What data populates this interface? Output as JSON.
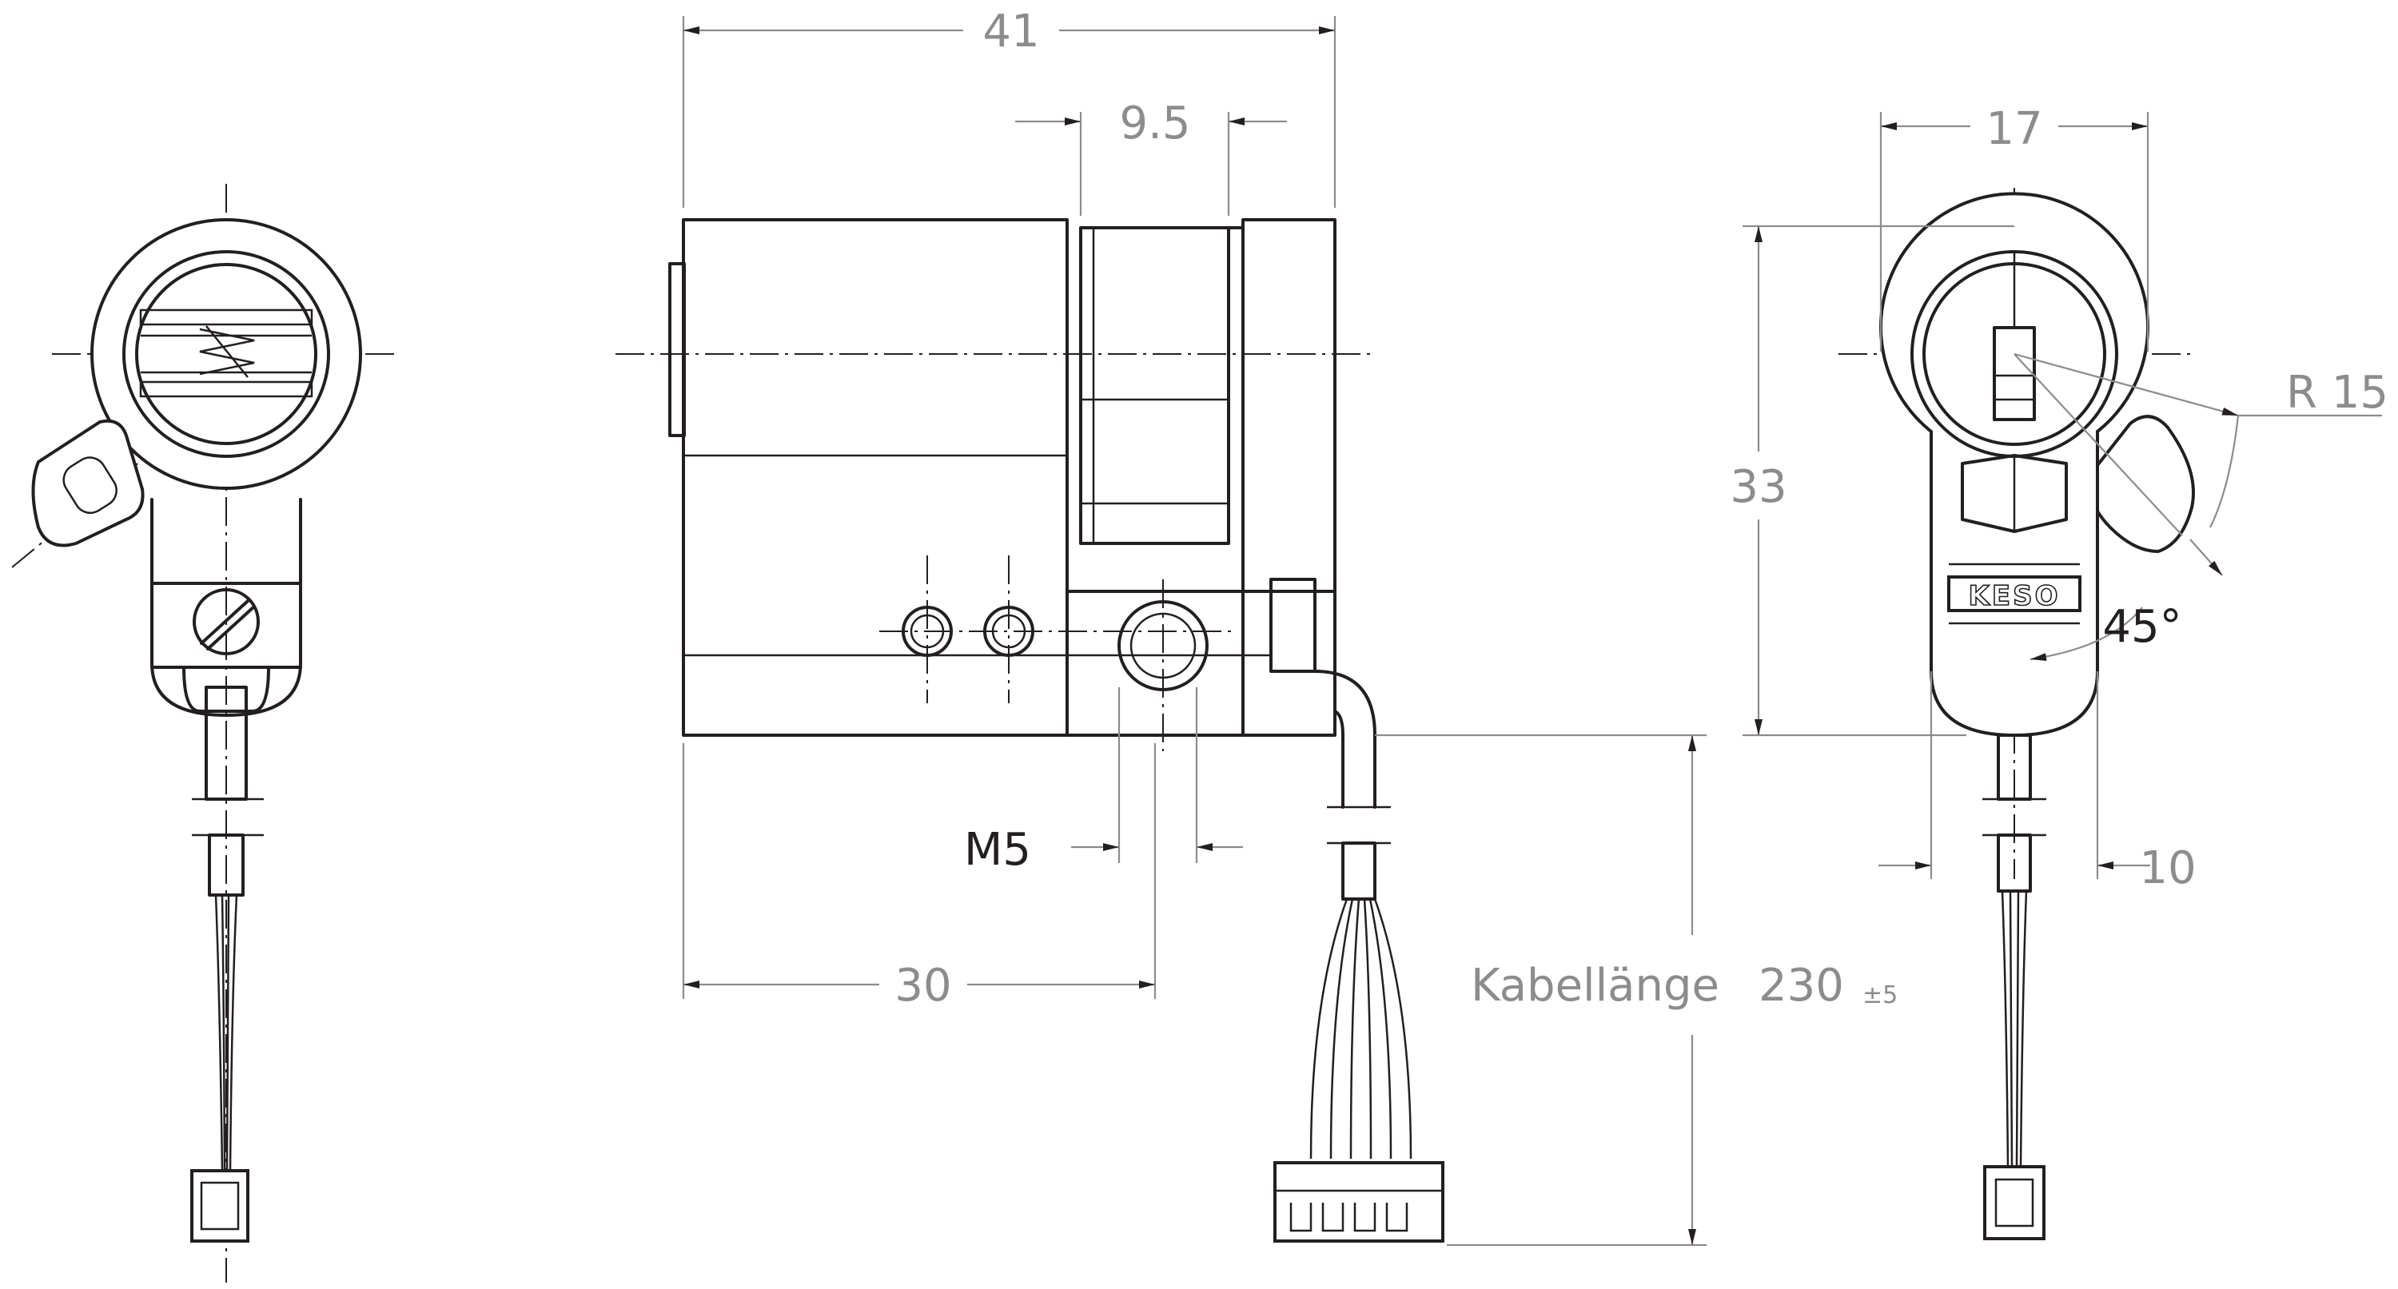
{
  "dimensions": {
    "overall_length": "41",
    "cam_width": "9.5",
    "thread": "M5",
    "thread_offset": "30",
    "cable_label": "Kabellänge",
    "cable_length": "230",
    "cable_tolerance": "±5",
    "width": "17",
    "height": "33",
    "radius": "R 15",
    "angle": "45°",
    "cable_offset": "10"
  },
  "logo": {
    "text": "KESO"
  }
}
